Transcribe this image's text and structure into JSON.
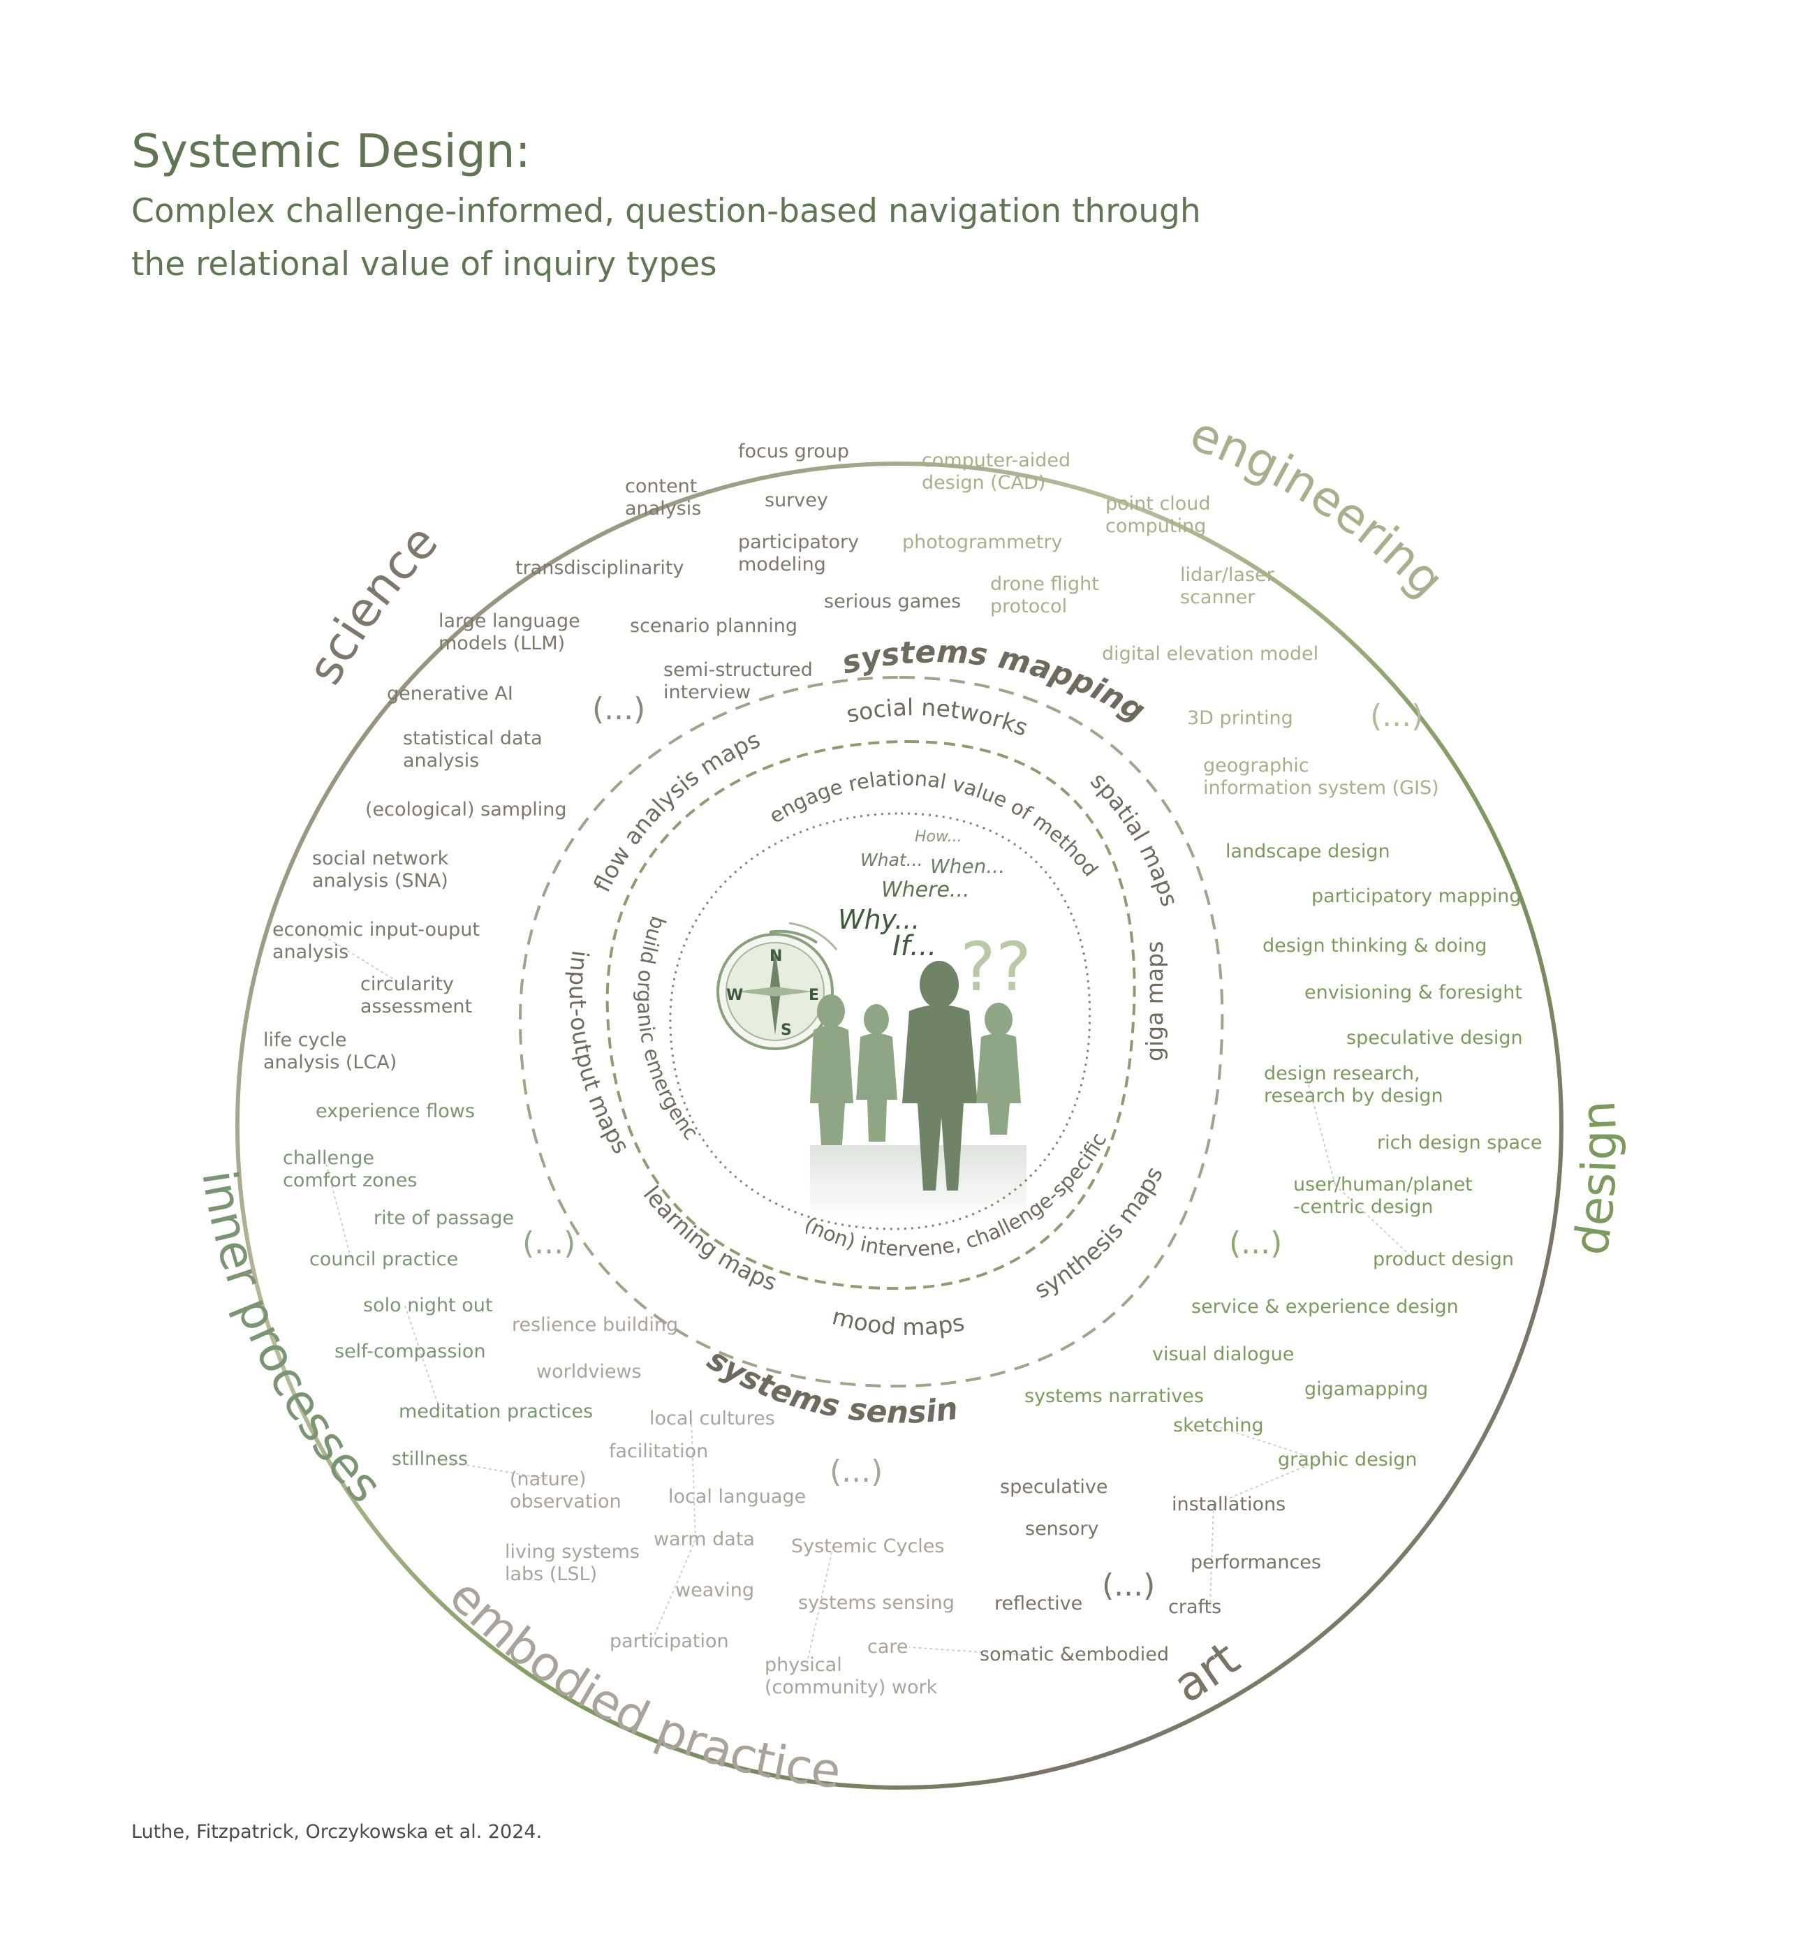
{
  "title": "Systemic Design:",
  "subtitle_lines": [
    "Complex challenge-informed, question-based navigation through",
    "the relational value of inquiry types"
  ],
  "credit": "Luthe, Fitzpatrick, Orczykowska et al. 2024.",
  "colors": {
    "title": "#5f7553",
    "science": "#7e776c",
    "engineering": "#a7b08a",
    "design": "#7d9a5e",
    "inner": "#7a9474",
    "embodied": "#aaa39b",
    "art": "#7a7366",
    "core": "#6e6a5e"
  },
  "quadrants": {
    "science": "science",
    "engineering": "engineering",
    "design": "design",
    "inner": "inner processes",
    "embodied": "embodied practices",
    "art": "art"
  },
  "rings": {
    "systems_mapping": "systems mapping",
    "systems_sensing": "systems sensing",
    "social_networks": "social networks",
    "spatial_maps": "spatial maps",
    "giga_maps": "giga maps",
    "synthesis_maps": "synthesis maps",
    "mood_maps": "mood maps",
    "learning_maps": "learning maps",
    "input_output_maps": "input-output maps",
    "flow_analysis_maps": "flow analysis maps",
    "engage": "engage relational value of methods",
    "build": "build organic emergence",
    "non_intervene": "(non) intervene, challenge-specific"
  },
  "questions": {
    "how": "How...",
    "what": "What...",
    "when": "When...",
    "where": "Where...",
    "why": "Why...",
    "if": "If...",
    "qmarks": "??"
  },
  "compass": {
    "n": "N",
    "e": "E",
    "s": "S",
    "w": "W"
  },
  "ellipsis": "(...)",
  "methods": {
    "science": [
      [
        "content",
        "analysis"
      ],
      [
        "focus group"
      ],
      [
        "survey"
      ],
      [
        "participatory",
        "modeling"
      ],
      [
        "transdisciplinarity"
      ],
      [
        "serious games"
      ],
      [
        "scenario planning"
      ],
      [
        "large language",
        "models (LLM)"
      ],
      [
        "semi-structured",
        "interview"
      ],
      [
        "generative AI"
      ],
      [
        "statistical data",
        "analysis"
      ],
      [
        "(ecological) sampling"
      ],
      [
        "social network",
        "analysis (SNA)"
      ],
      [
        "economic input-ouput",
        "analysis"
      ],
      [
        "circularity",
        "assessment"
      ],
      [
        "life cycle",
        "analysis (LCA)"
      ]
    ],
    "engineering": [
      [
        "computer-aided",
        "design (CAD)"
      ],
      [
        "photogrammetry"
      ],
      [
        "point cloud",
        "computing"
      ],
      [
        "lidar/laser",
        "scanner"
      ],
      [
        "drone flight",
        "protocol"
      ],
      [
        "digital elevation model"
      ],
      [
        "3D printing"
      ],
      [
        "geographic",
        "information system (GIS)"
      ]
    ],
    "design": [
      [
        "landscape design"
      ],
      [
        "participatory mapping"
      ],
      [
        "design thinking & doing"
      ],
      [
        "envisioning & foresight"
      ],
      [
        "speculative design"
      ],
      [
        "design research,",
        "research by design"
      ],
      [
        "rich design space"
      ],
      [
        "user/human/planet",
        "-centric design"
      ],
      [
        "product design"
      ],
      [
        "service & experience design"
      ],
      [
        "visual dialogue"
      ],
      [
        "gigamapping"
      ],
      [
        "systems narratives"
      ],
      [
        "sketching"
      ],
      [
        "graphic design"
      ]
    ],
    "art": [
      [
        "speculative"
      ],
      [
        "installations"
      ],
      [
        "sensory"
      ],
      [
        "performances"
      ],
      [
        "reflective"
      ],
      [
        "crafts"
      ],
      [
        "somatic &embodied"
      ]
    ],
    "inner": [
      [
        "experience flows"
      ],
      [
        "challenge",
        "comfort zones"
      ],
      [
        "rite of passage"
      ],
      [
        "council practice"
      ],
      [
        "solo night out"
      ],
      [
        "self-compassion"
      ],
      [
        "meditation practices"
      ],
      [
        "stillness"
      ]
    ],
    "embodied": [
      [
        "reslience building"
      ],
      [
        "worldviews"
      ],
      [
        "local cultures"
      ],
      [
        "facilitation"
      ],
      [
        "(nature)",
        "observation"
      ],
      [
        "local language"
      ],
      [
        "living systems",
        "labs (LSL)"
      ],
      [
        "warm data"
      ],
      [
        "Systemic Cycles"
      ],
      [
        "weaving"
      ],
      [
        "systems sensing"
      ],
      [
        "participation"
      ],
      [
        "care"
      ],
      [
        "physical",
        "(community) work"
      ]
    ]
  }
}
